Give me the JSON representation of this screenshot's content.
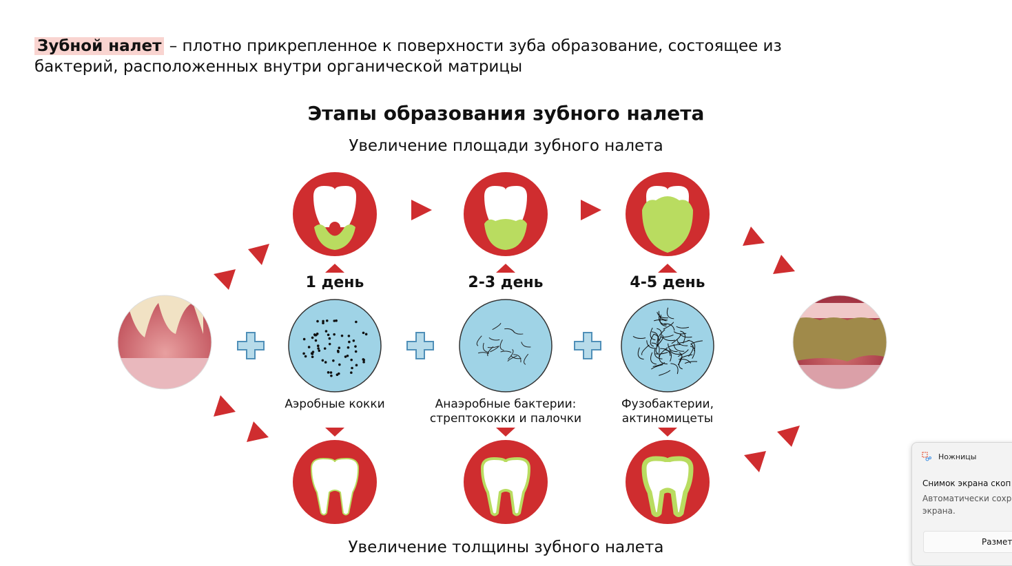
{
  "definition": {
    "term": "Зубной налет",
    "text": " – плотно прикрепленное к поверхности зуба образование, состоящее из бактерий, расположенных внутри органической матрицы"
  },
  "diagram": {
    "title": "Этапы образования зубного налета",
    "top_caption": "Увеличение площади зубного налета",
    "bottom_caption": "Увеличение толщины зубного налета",
    "stages": [
      {
        "day": "1 день",
        "bacteria": "Аэробные кокки"
      },
      {
        "day": "2-3 день",
        "bacteria": "Анаэробные бактерии: стрептококки и палочки"
      },
      {
        "day": "4-5 день",
        "bacteria": "Фузобактерии, актиномицеты"
      }
    ],
    "colors": {
      "red": "#cf2d2f",
      "green": "#b9dc60",
      "blue": "#9fd3e6"
    }
  },
  "notification": {
    "app": "Ножницы",
    "heading": "Снимок экрана скоп",
    "body_line1": "Автоматически сохр",
    "body_line2": "экрана.",
    "button": "Разметк"
  }
}
